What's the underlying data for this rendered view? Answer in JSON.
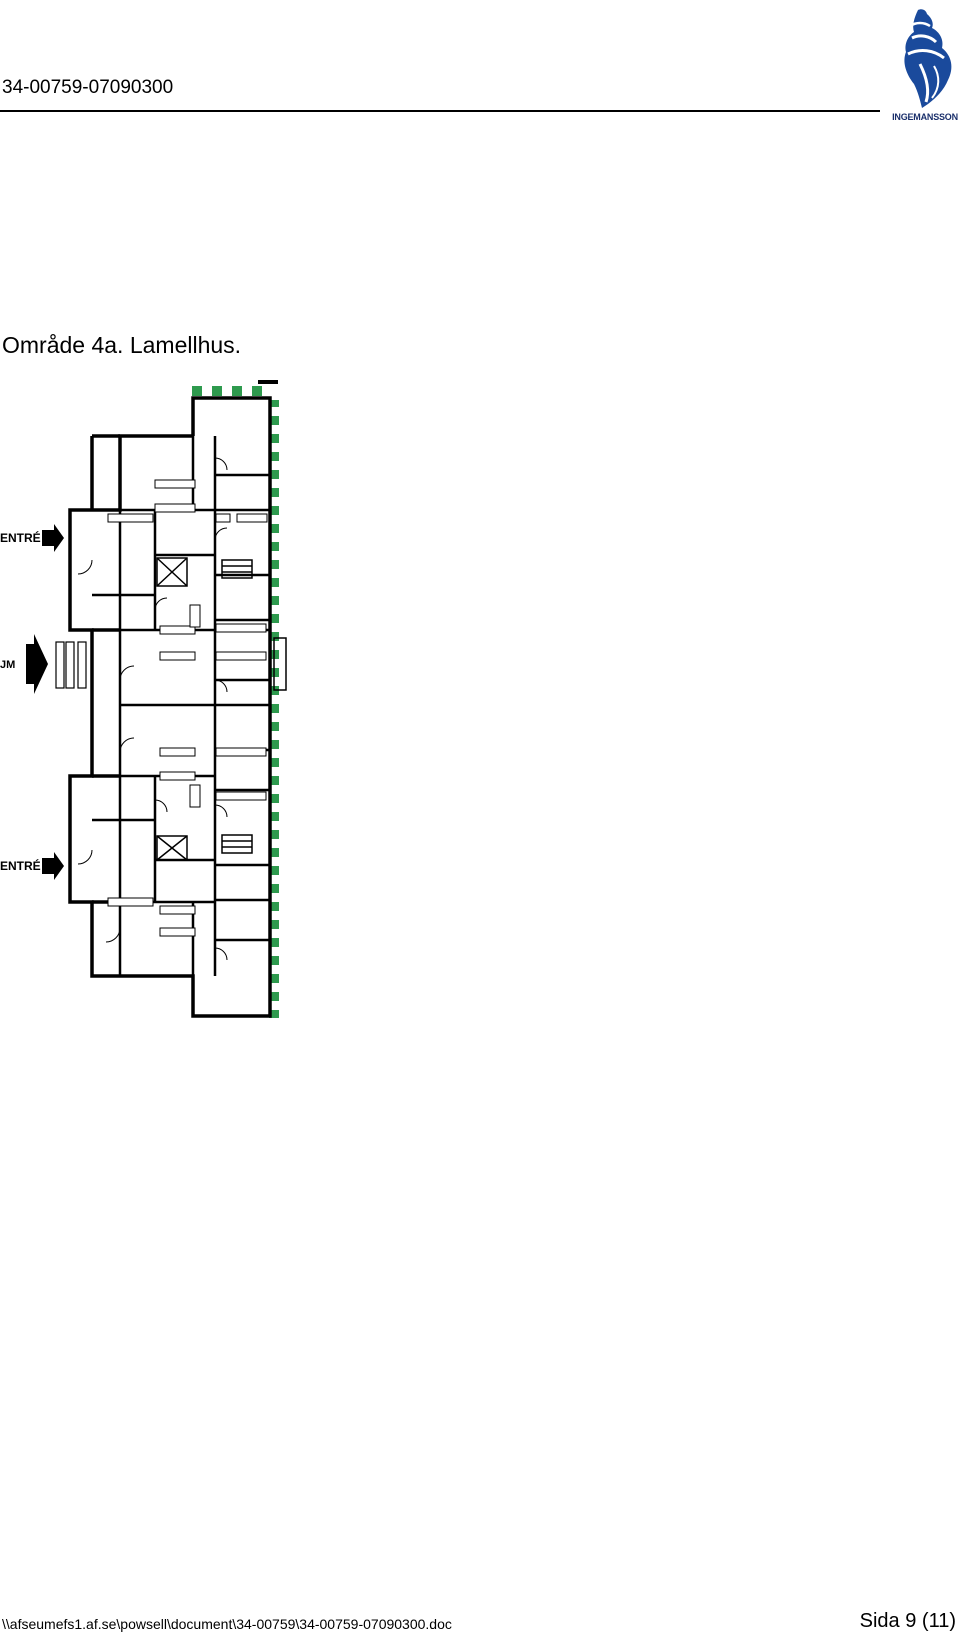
{
  "header": {
    "document_number": "34-00759-07090300",
    "logo": {
      "icon": "shell-logo-icon",
      "text": "INGEMANSSON",
      "color": "#1a4a9c"
    }
  },
  "main": {
    "heading": "Område 4a. Lamellhus.",
    "floor_plan": {
      "labels": {
        "entry_upper": "ENTRÉ",
        "entry_lower": "ENTRÉ",
        "side_label": "JM"
      },
      "marker_color": "#2e9a4e"
    }
  },
  "footer": {
    "file_path": "\\\\afseumefs1.af.se\\powsell\\document\\34-00759\\34-00759-07090300.doc",
    "page_label": "Sida 9 (11)"
  }
}
